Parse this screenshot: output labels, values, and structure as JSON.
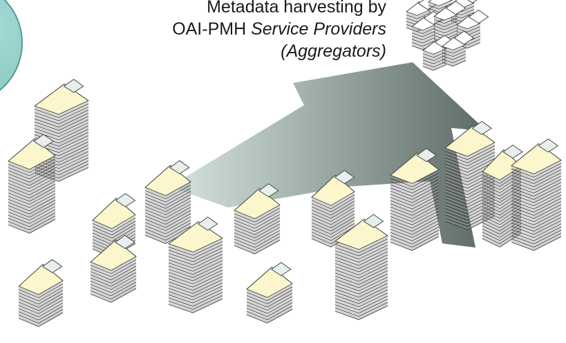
{
  "caption": {
    "line1": "Metadata harvesting by",
    "line2_prefix": "OAI-PMH ",
    "line2_italic": "Service Providers",
    "line3_italic": "(Aggregators)"
  },
  "colors": {
    "circle": "#7fc2bd",
    "circle_edge": "#4f9b96",
    "arrow_light": "#d6e6df",
    "arrow_dark": "#5d6a66",
    "sheet_fill": "#fbf6cc",
    "sheet_tab": "#e7efec",
    "aggregator_sheet": "#ffffff",
    "stroke": "#4a4a4a"
  },
  "icons": {
    "repository": "document-stack-icon",
    "aggregator": "aggregated-records-icon",
    "flow": "harvest-arrow-icon"
  }
}
